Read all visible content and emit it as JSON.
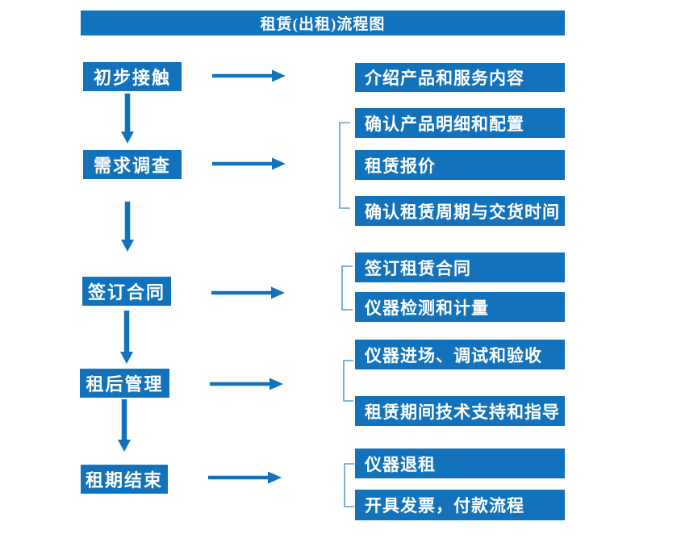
{
  "title": "租赁(出租)流程图",
  "colors": {
    "primary": "#1272BC",
    "bracket": "#5B9BD5",
    "background": "#FFFFFF",
    "text_on_primary": "#FFFFFF"
  },
  "steps": [
    {
      "label": "初步接触",
      "details": [
        "介绍产品和服务内容"
      ]
    },
    {
      "label": "需求调查",
      "details": [
        "确认产品明细和配置",
        "租赁报价",
        "确认租赁周期与交货时间"
      ]
    },
    {
      "label": "签订合同",
      "details": [
        "签订租赁合同",
        "仪器检测和计量"
      ]
    },
    {
      "label": "租后管理",
      "details": [
        "仪器进场、调试和验收",
        "租赁期间技术支持和指导"
      ]
    },
    {
      "label": "租期结束",
      "details": [
        "仪器退租",
        "开具发票，付款流程"
      ]
    }
  ]
}
